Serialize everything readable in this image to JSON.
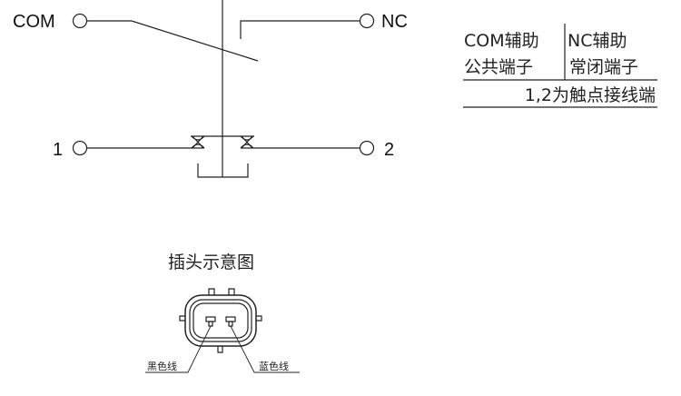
{
  "schematic": {
    "com_label": "COM",
    "nc_label": "NC",
    "terminal_1_label": "1",
    "terminal_2_label": "2"
  },
  "legend_table": {
    "col1_line1": "COM辅助",
    "col1_line2": "公共端子",
    "col2_line1": "NC辅助",
    "col2_line2": "常闭端子",
    "footer": "1,2为触点接线端"
  },
  "plug": {
    "title": "插头示意图",
    "left_wire": "黑色线",
    "right_wire": "蓝色线"
  }
}
